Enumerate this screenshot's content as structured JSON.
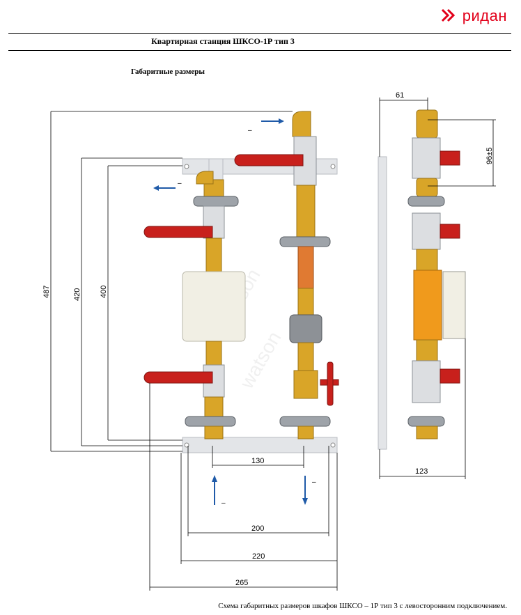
{
  "brand": {
    "name": "ридан",
    "color": "#e2001a"
  },
  "document": {
    "title": "Квартирная станция ШКСО-1Р тип 3",
    "section_title": "Габаритные размеры",
    "caption": "Схема габаритных размеров шкафов ШКСО – 1Р тип 3 с левосторонним подключением."
  },
  "dimensions": {
    "height_total": "487",
    "height_mid": "420",
    "height_inner": "400",
    "spacing_pipes": "130",
    "width_inner": "200",
    "width_mid": "220",
    "width_total": "265",
    "side_depth_top": "61",
    "side_depth_bottom": "123",
    "side_offset": "96±5"
  },
  "flow_signs": {
    "top_right": "–",
    "top_left": "–",
    "bottom_left": "–",
    "bottom_right": "–"
  },
  "watermark": "watson",
  "colors": {
    "brass": "#d9a528",
    "valve_red": "#c8201c",
    "steel": "#c9ccd0",
    "arrow_blue": "#1f5aa8",
    "copper": "#e07a32",
    "bracket": "#e3e5e8",
    "meter_body": "#f1efe4"
  }
}
